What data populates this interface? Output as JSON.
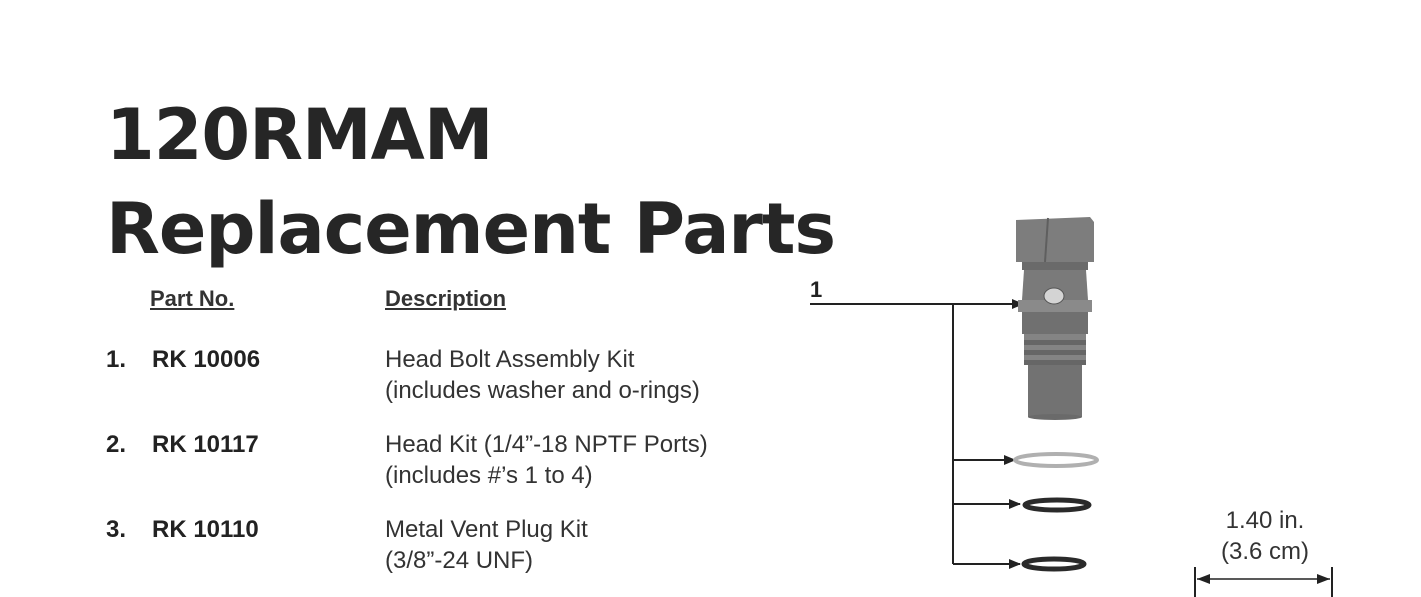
{
  "title": {
    "line1": "120RMAM",
    "line2": "Replacement Parts"
  },
  "columns": {
    "part_no": "Part No.",
    "description": "Description"
  },
  "rows": [
    {
      "num": "1.",
      "part": "RK 10006",
      "desc1": "Head Bolt Assembly Kit",
      "desc2": "(includes washer and o-rings)"
    },
    {
      "num": "2.",
      "part": "RK 10117",
      "desc1": "Head Kit (1/4”-18 NPTF Ports)",
      "desc2": "(includes #’s 1 to 4)"
    },
    {
      "num": "3.",
      "part": "RK 10110",
      "desc1": "Metal Vent Plug Kit",
      "desc2": "(3/8”-24 UNF)"
    }
  ],
  "diagram": {
    "callout": "1",
    "dimension_in": "1.40 in.",
    "dimension_cm": "(3.6 cm)",
    "colors": {
      "bolt": "#7a7a7a",
      "washer": "#b0b0b0",
      "oring": "#2a2a2a",
      "line": "#222222"
    }
  }
}
